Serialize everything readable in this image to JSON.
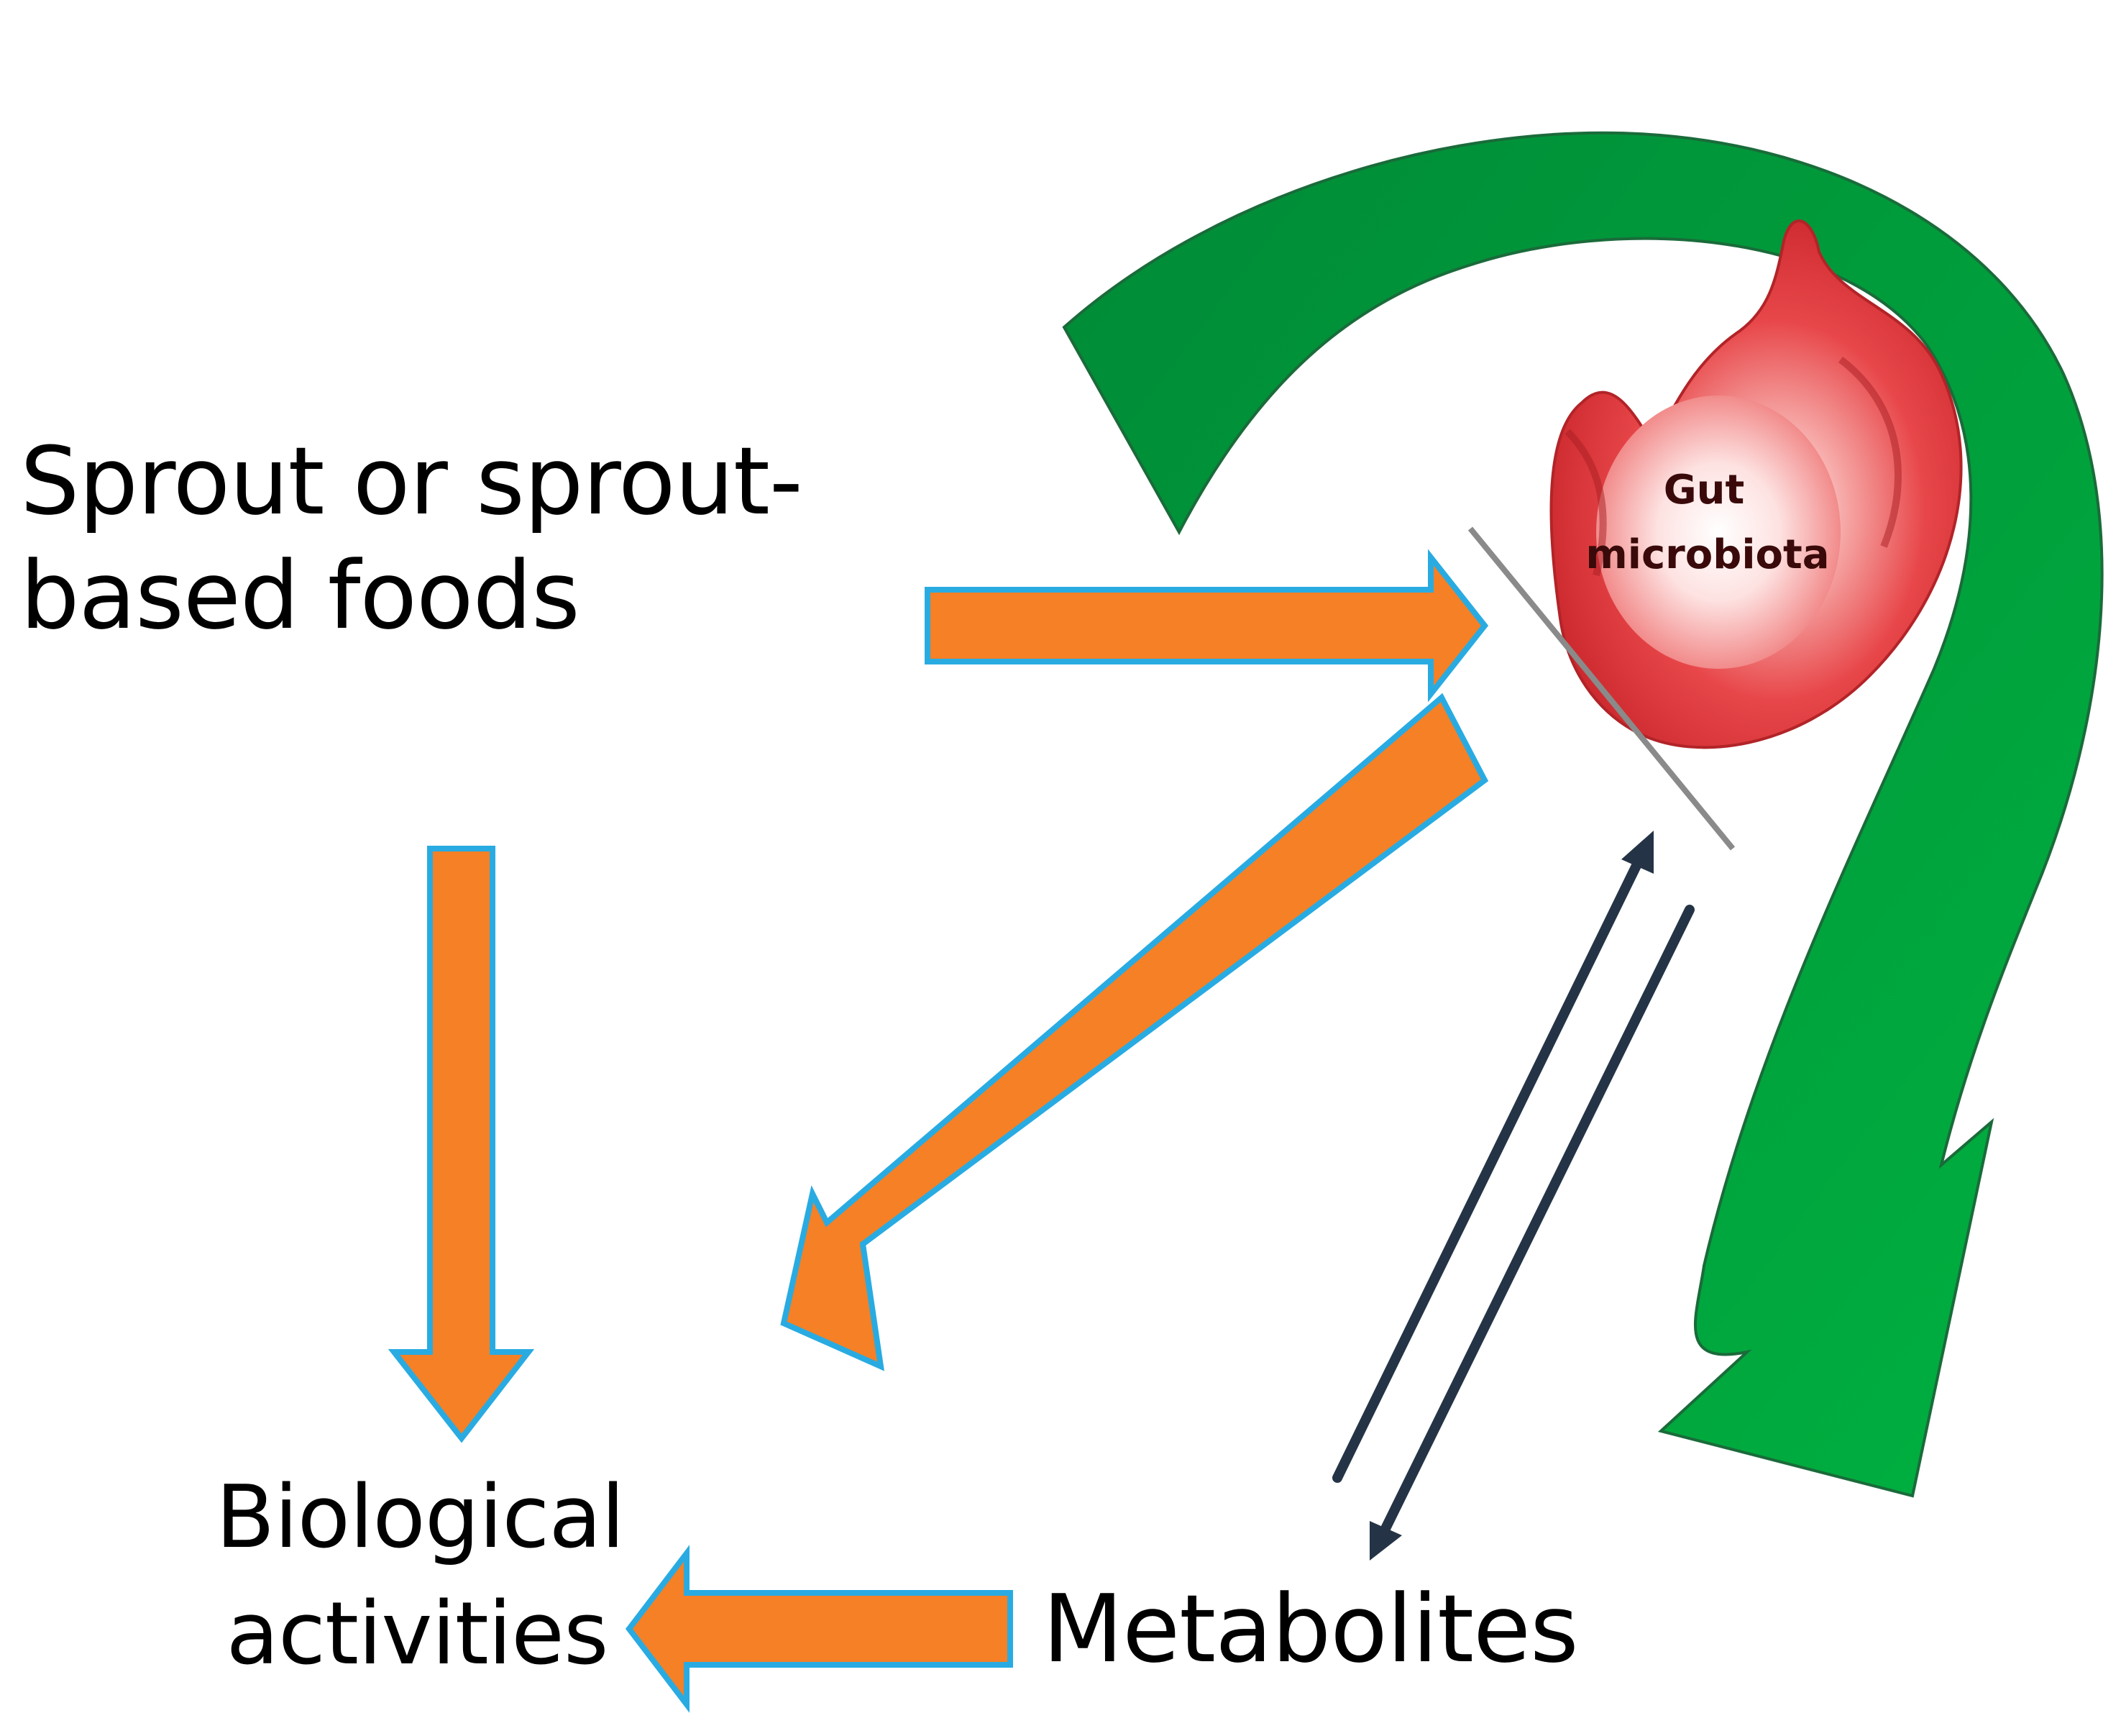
{
  "diagram": {
    "source_line1": "Sprout or sprout-",
    "source_line2": "based foods",
    "gut_line1": "Gut",
    "gut_line2": "microbiota",
    "bio_line1": "Biological",
    "bio_line2": "activities",
    "metabolites": "Metabolites"
  },
  "colors": {
    "orange_arrow": "#f58025",
    "arrow_outline": "#29abe2",
    "green_dark": "#008a37",
    "green_light": "#00b140",
    "stomach": "#e8474a",
    "thin_arrow": "#243446"
  }
}
